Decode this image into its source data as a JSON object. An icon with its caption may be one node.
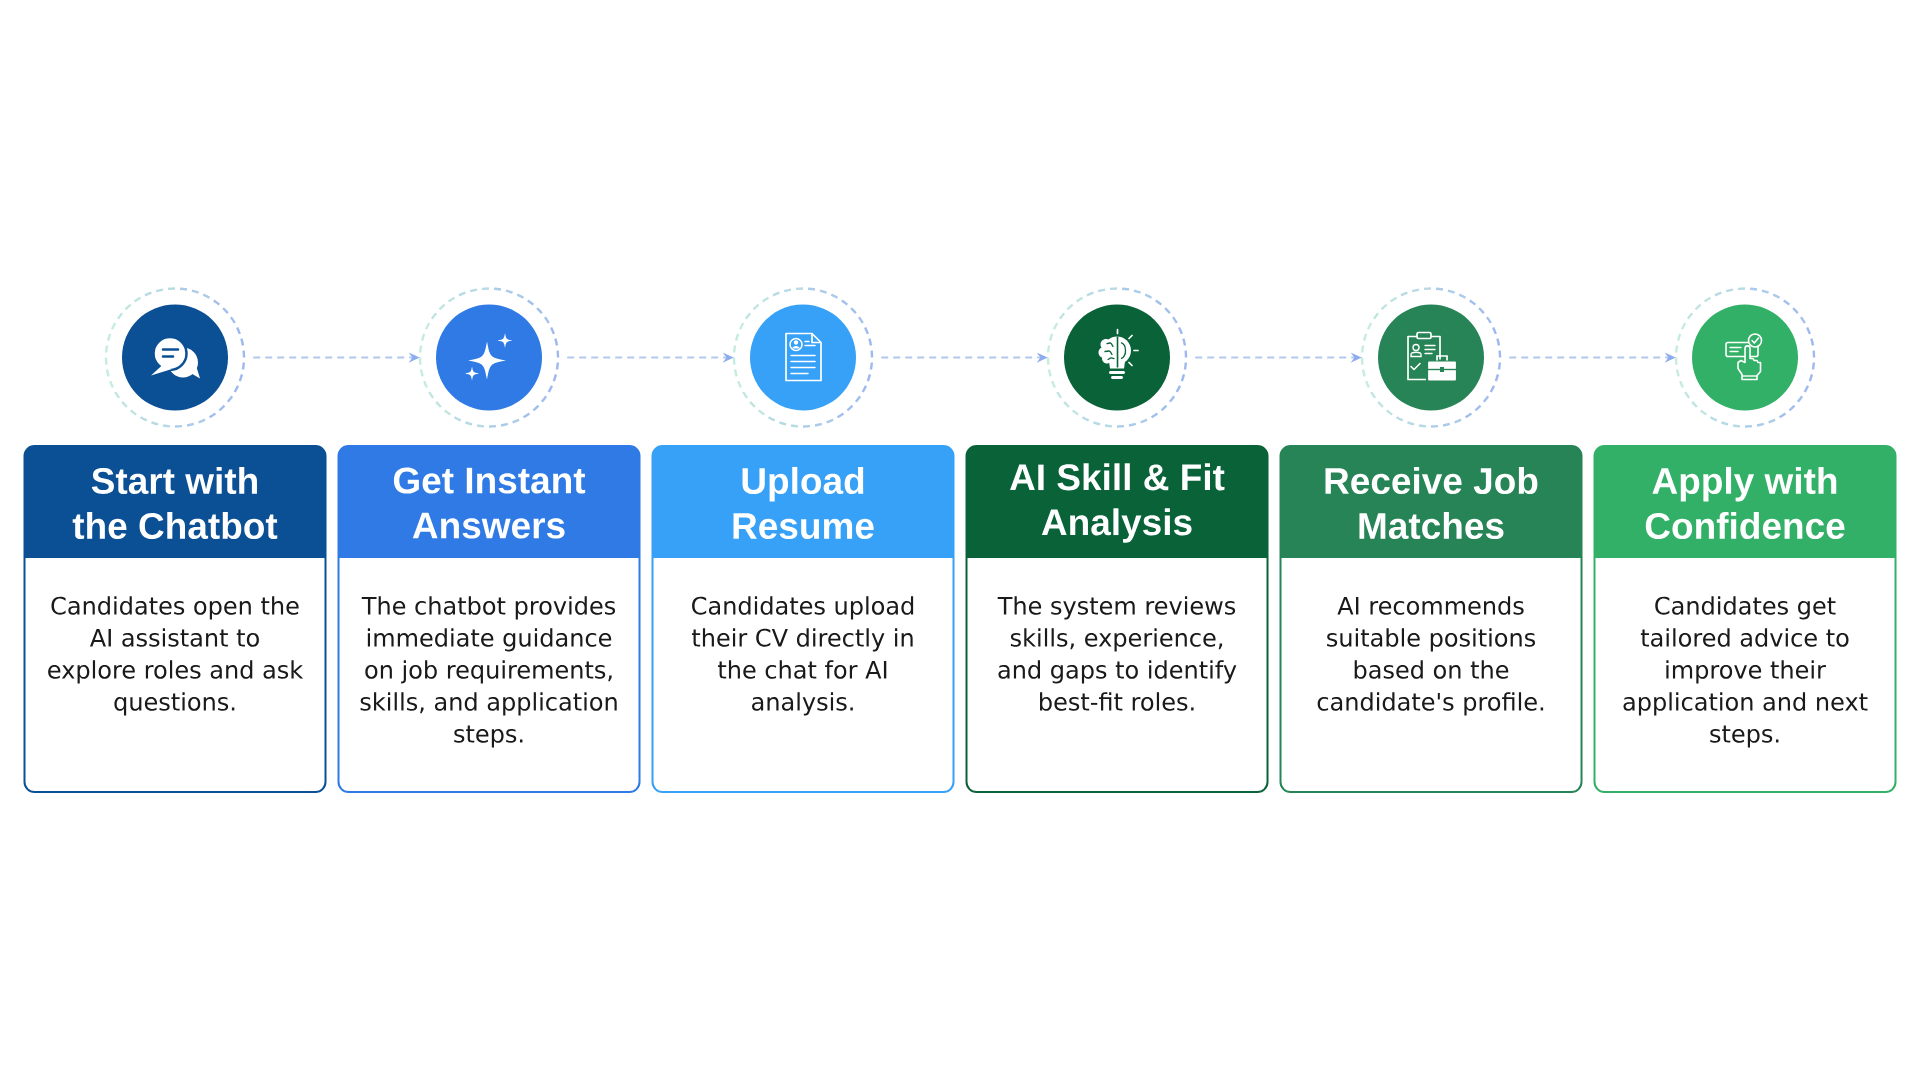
{
  "diagram": {
    "nodes": [
      {
        "text": [],
        "shape": "circle"
      },
      {
        "text": [],
        "shape": "circle"
      },
      {
        "text": [],
        "shape": "circle"
      },
      {
        "text": [],
        "shape": "circle"
      },
      {
        "text": [],
        "shape": "circle"
      },
      {
        "text": [],
        "shape": "circle"
      },
      {
        "text": [
          "Start with the Chatbot",
          "Candidates open the AI assistant to explore roles and ask questions."
        ]
      },
      {
        "text": [
          "Get Instant Answers",
          "The chatbot provides immediate guidance on job requirements, skills, and application steps."
        ]
      },
      {
        "text": [
          "Upload Resume",
          "Candidates upload their CV directly in the chat for AI analysis."
        ]
      },
      {
        "text": [
          "AI Skill & Fit Analysis",
          "The system reviews skills, experience, and gaps to identify best-fit roles."
        ]
      },
      {
        "text": [
          "Receive Job Matches",
          "AI recommends suitable positions based on the candidate's profile."
        ]
      },
      {
        "text": [
          "Apply with Confidence",
          "Candidates get tailored advice to improve their application and next steps."
        ]
      }
    ],
    "edges": [
      {
        "from": 0,
        "to": 1,
        "arrow": "to",
        "style": "dashed"
      },
      {
        "from": 1,
        "to": 2,
        "arrow": "to",
        "style": "dashed"
      },
      {
        "from": 2,
        "to": 3,
        "arrow": "to",
        "style": "dashed"
      },
      {
        "from": 3,
        "to": 4,
        "arrow": "to",
        "style": "dashed"
      },
      {
        "from": 4,
        "to": 5,
        "arrow": "to",
        "style": "dashed"
      }
    ]
  }
}
